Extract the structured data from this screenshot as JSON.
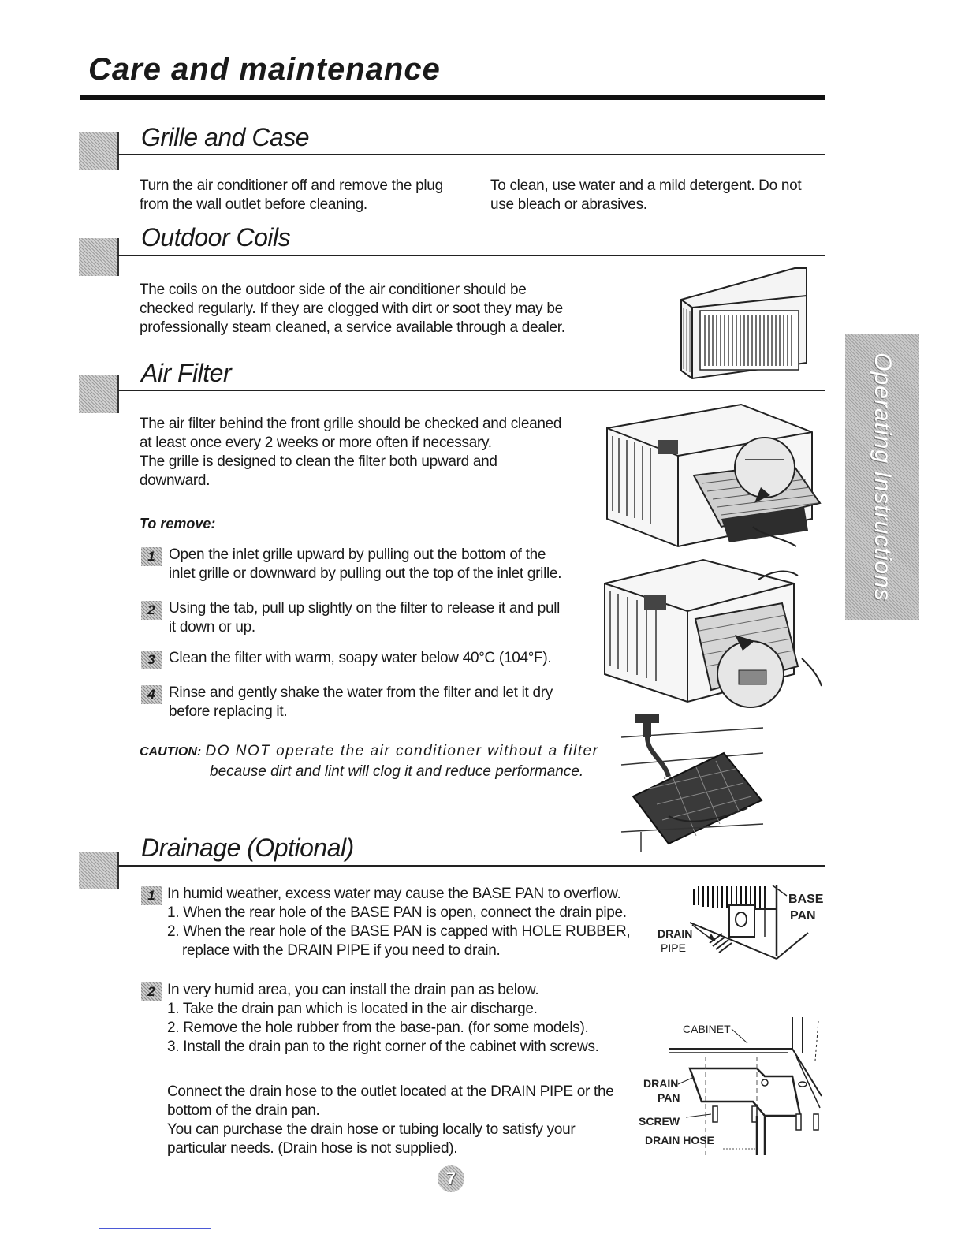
{
  "page": {
    "title": "Care and maintenance",
    "side_tab": "Operating Instructions",
    "page_number": "7"
  },
  "sections": {
    "grille_case": {
      "heading": "Grille and Case",
      "left_lines": [
        "Turn the air conditioner off and remove the plug",
        "from the wall outlet before cleaning."
      ],
      "right_lines": [
        "To clean, use water and a mild detergent. Do not",
        "use bleach or abrasives."
      ]
    },
    "outdoor_coils": {
      "heading": "Outdoor Coils",
      "lines": [
        "The coils on the outdoor side of the air conditioner should be",
        "checked regularly. If they are clogged with dirt or soot they may be",
        "professionally steam cleaned, a service available through a dealer."
      ]
    },
    "air_filter": {
      "heading": "Air Filter",
      "intro_lines": [
        "The air filter behind the front grille should be checked and cleaned",
        "at least once every 2 weeks or more often if necessary.",
        "The grille is designed to clean the filter both upward and",
        "downward."
      ],
      "remove_heading": "To remove:",
      "steps": [
        {
          "num": "1",
          "lines": [
            "Open the inlet grille upward by pulling out the bottom of the",
            "inlet grille or downward by pulling out the top of the inlet grille."
          ]
        },
        {
          "num": "2",
          "lines": [
            "Using the tab, pull up slightly on the filter to release it and pull",
            "it down or up."
          ]
        },
        {
          "num": "3",
          "lines": [
            "Clean the filter with warm, soapy water below 40°C (104°F)."
          ]
        },
        {
          "num": "4",
          "lines": [
            "Rinse and gently shake the water from the filter and let it dry",
            "before replacing it."
          ]
        }
      ],
      "caution": {
        "label": "CAUTION:",
        "line1": "DO NOT operate the air conditioner without a filter",
        "line2": "because dirt and lint will clog it and reduce performance."
      }
    },
    "drainage": {
      "heading": "Drainage (Optional)",
      "step1": {
        "num": "1",
        "lines": [
          "In humid weather, excess water may cause the BASE PAN to overflow.",
          "1. When the rear hole of the BASE PAN is open, connect the drain pipe.",
          "2. When the rear hole of the BASE PAN is capped with HOLE RUBBER,",
          "replace with the DRAIN PIPE if you need to drain."
        ]
      },
      "step2": {
        "num": "2",
        "lines": [
          "In very humid area, you can install the drain pan as below.",
          "1. Take the drain pan which is located in the air discharge.",
          "2. Remove the hole rubber from the base-pan. (for some models).",
          "3. Install the drain pan to the right corner of the cabinet with screws."
        ]
      },
      "connect_lines": [
        "Connect the drain hose to the outlet located at the DRAIN PIPE or the",
        "bottom of the drain pan.",
        "You can purchase the drain hose or tubing locally to satisfy your",
        "particular needs. (Drain hose is not supplied)."
      ],
      "diagram1_labels": {
        "base": "BASE",
        "pan": "PAN",
        "drain": "DRAIN",
        "pipe": "PIPE"
      },
      "diagram2_labels": {
        "cabinet": "CABINET",
        "drain": "DRAIN",
        "pan": "PAN",
        "screw": "SCREW",
        "drain_hose": "DRAIN HOSE"
      }
    }
  }
}
